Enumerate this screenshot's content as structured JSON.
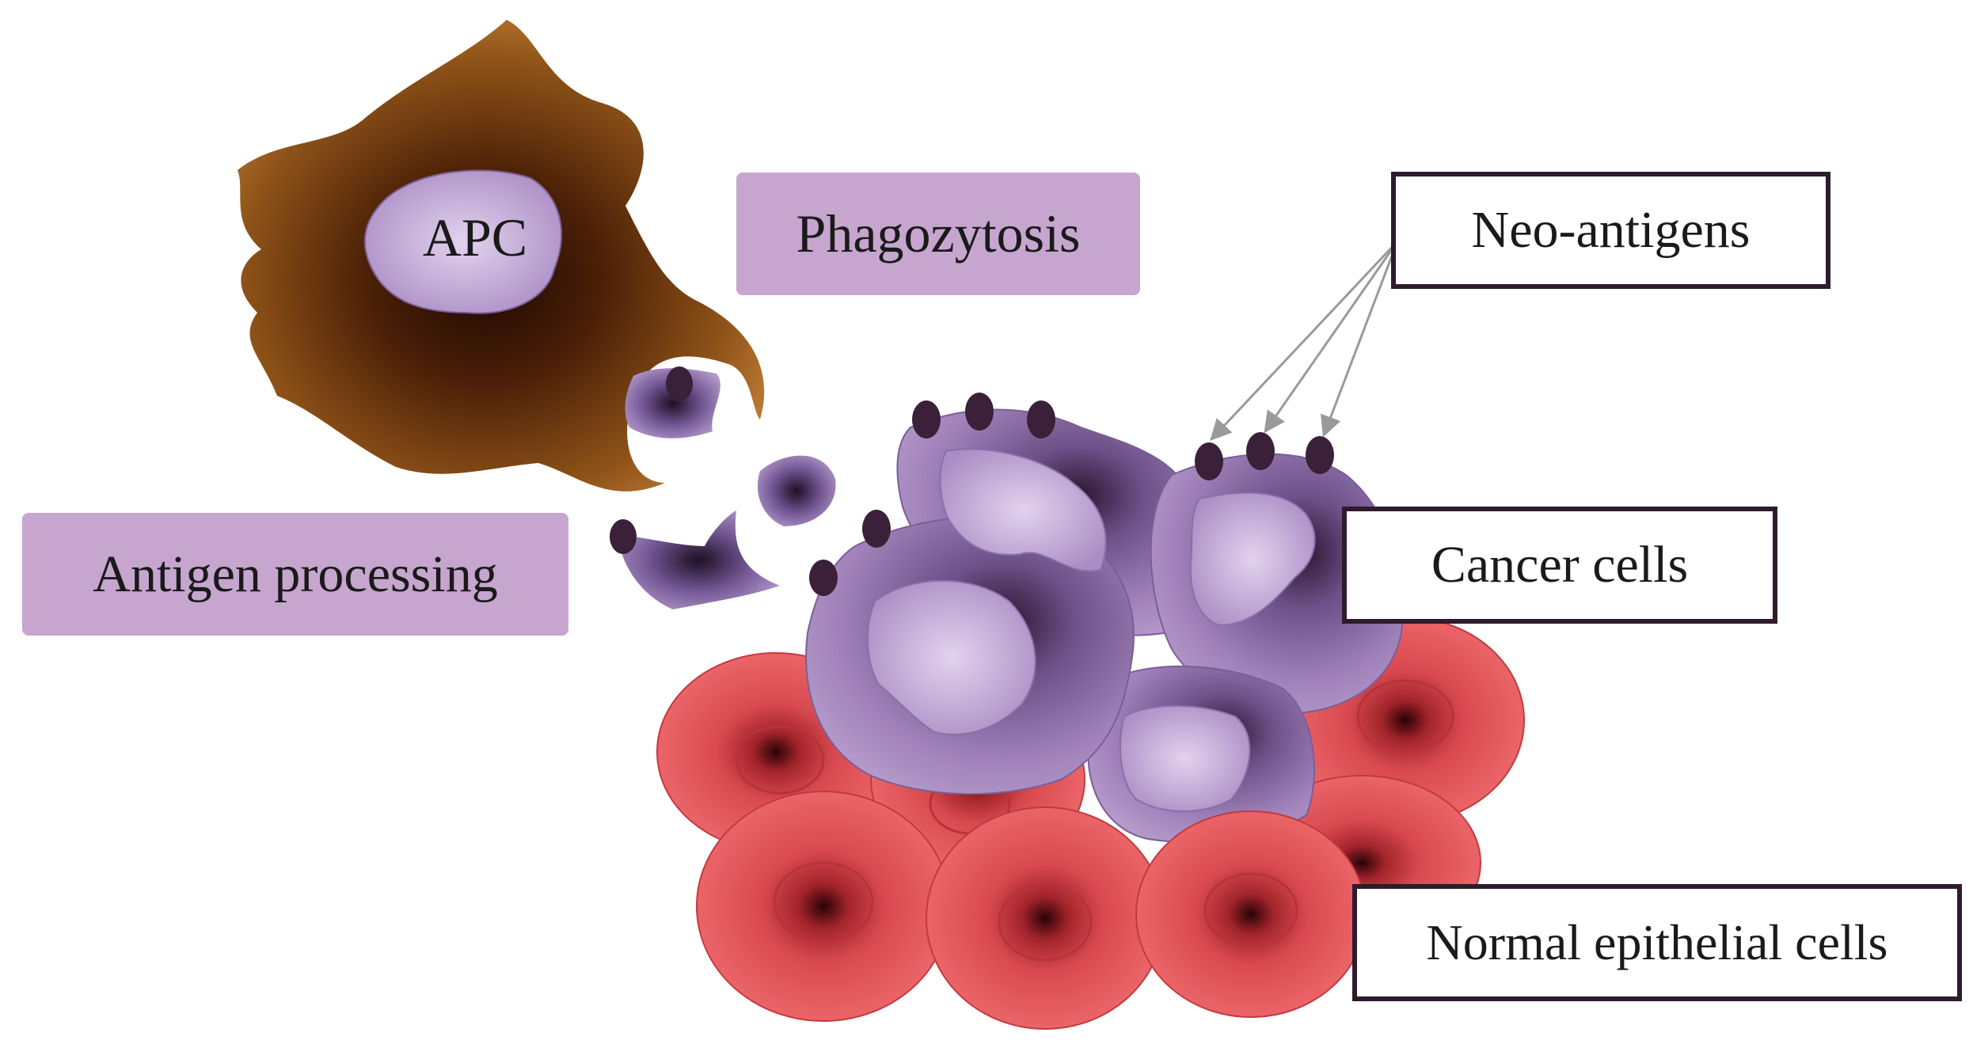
{
  "labels": {
    "apc": "APC",
    "phagocytosis": "Phagozytosis",
    "antigen_processing": "Antigen processing",
    "neo_antigens": "Neo-antigens",
    "cancer_cells": "Cancer cells",
    "normal_epithelial_cells": "Normal epithelial cells"
  },
  "colors": {
    "apc_body": "#b36f2a",
    "apc_core": "#2a0d02",
    "cancer_cell": "#a98dc4",
    "cancer_core": "#1e0f24",
    "nucleus_light": "#c9aedb",
    "epithelial_cell": "#e8585a",
    "epithelial_core": "#3a0508",
    "neo_antigen": "#3a2038",
    "label_fill": "#c6a6cf",
    "box_border": "#2e1b2b"
  }
}
